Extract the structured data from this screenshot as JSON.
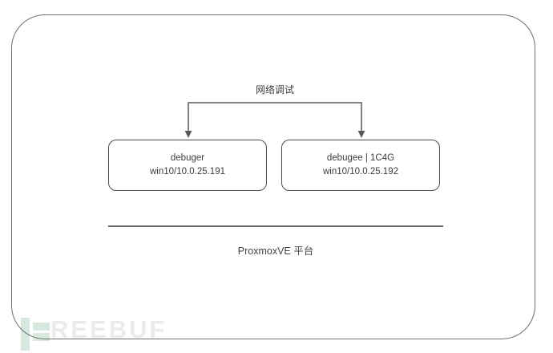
{
  "diagram": {
    "connector_label": "网络调试",
    "nodes": [
      {
        "title": "debuger",
        "subtitle": "win10/10.0.25.191"
      },
      {
        "title": "debugee | 1C4G",
        "subtitle": "win10/10.0.25.192"
      }
    ],
    "platform_label": "ProxmoxVE 平台"
  },
  "watermark": {
    "logo": "freebuf-logo",
    "text": "REEBUF"
  },
  "colors": {
    "line": "#595959",
    "node_border": "#4c4c4c",
    "container_border": "#6e6e6e",
    "text": "#3d3d3d",
    "watermark_text": "#ebebeb",
    "watermark_logo_green": "#d7e9de"
  }
}
